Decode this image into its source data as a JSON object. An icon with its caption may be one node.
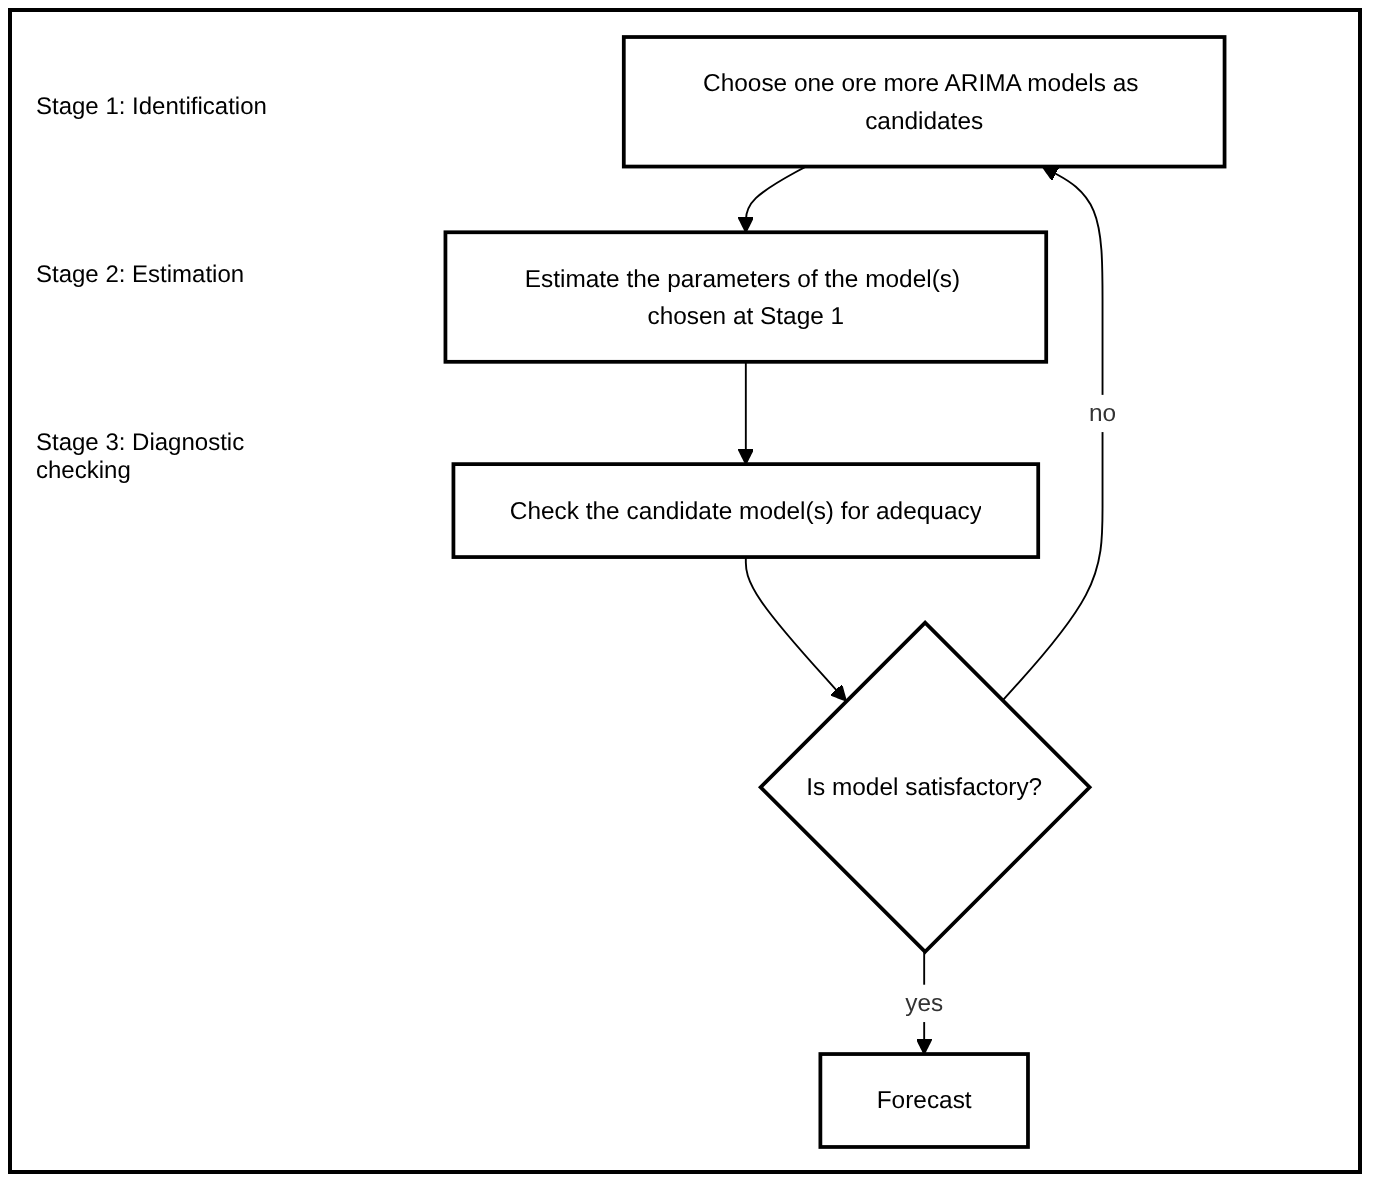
{
  "diagram": {
    "nodes": [
      {
        "text": [
          "Choose one ore more ARIMA models as candidates"
        ]
      },
      {
        "text": [
          "Estimate the parameters of the model(s) chosen at Stage 1"
        ]
      },
      {
        "text": [
          "Check the candidate model(s) for adequacy"
        ]
      },
      {
        "text": [
          "Is model satisfactory?"
        ]
      },
      {
        "text": [
          "Forecast"
        ]
      }
    ],
    "edges": [
      {
        "from": 0,
        "to": 1,
        "arrow": "to"
      },
      {
        "from": 1,
        "to": 2,
        "arrow": "to"
      },
      {
        "from": 2,
        "to": 3,
        "arrow": "to"
      },
      {
        "from": 3,
        "to": 4,
        "arrow": "to",
        "label": "yes"
      },
      {
        "from": 3,
        "to": 0,
        "arrow": "to",
        "label": "no"
      }
    ],
    "labels": [
      "Stage 1: Identification",
      "Stage 2: Estimation",
      "Stage 3: Diagnostic checking"
    ]
  }
}
